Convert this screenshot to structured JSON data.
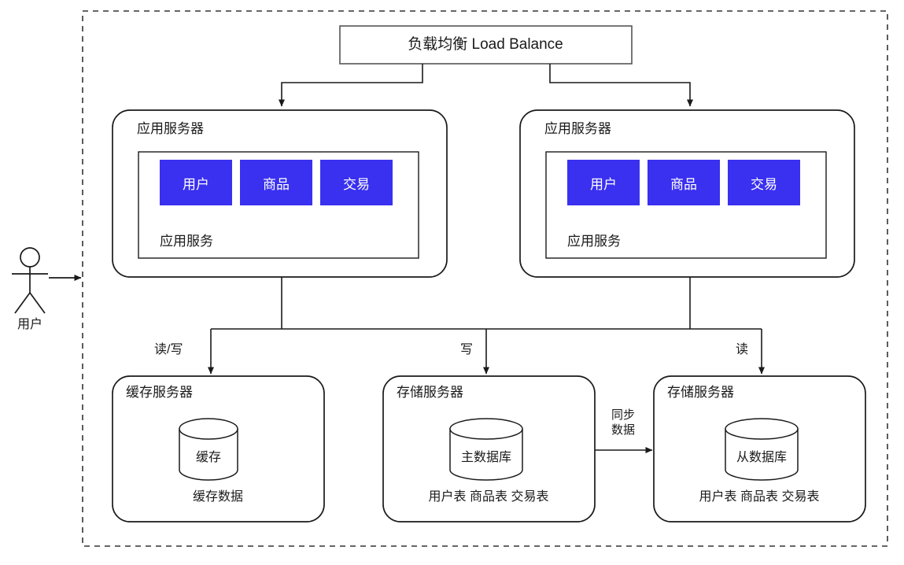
{
  "diagram": {
    "title": "负载均衡 Load Balance",
    "boundary": {
      "style": "dashed"
    },
    "actor": {
      "label": "用户",
      "icon": "stick-figure-icon"
    },
    "load_balancer": {
      "label": "负载均衡 Load Balance"
    },
    "app_servers": [
      {
        "title": "应用服务器",
        "service_label": "应用服务",
        "modules": [
          "用户",
          "商品",
          "交易"
        ]
      },
      {
        "title": "应用服务器",
        "service_label": "应用服务",
        "modules": [
          "用户",
          "商品",
          "交易"
        ]
      }
    ],
    "data_tier": [
      {
        "title": "缓存服务器",
        "cylinder": "缓存",
        "footer": "缓存数据",
        "edge_label": "读/写"
      },
      {
        "title": "存储服务器",
        "cylinder": "主数据库",
        "footer": "用户表 商品表 交易表",
        "edge_label": "写"
      },
      {
        "title": "存储服务器",
        "cylinder": "从数据库",
        "footer": "用户表 商品表 交易表",
        "edge_label": "读"
      }
    ],
    "sync_edge": {
      "line1": "同步",
      "line2": "数据"
    },
    "colors": {
      "module_fill": "#3a30f0",
      "stroke": "#333333",
      "text": "#1a1a1a",
      "boundary": "#333333"
    }
  }
}
